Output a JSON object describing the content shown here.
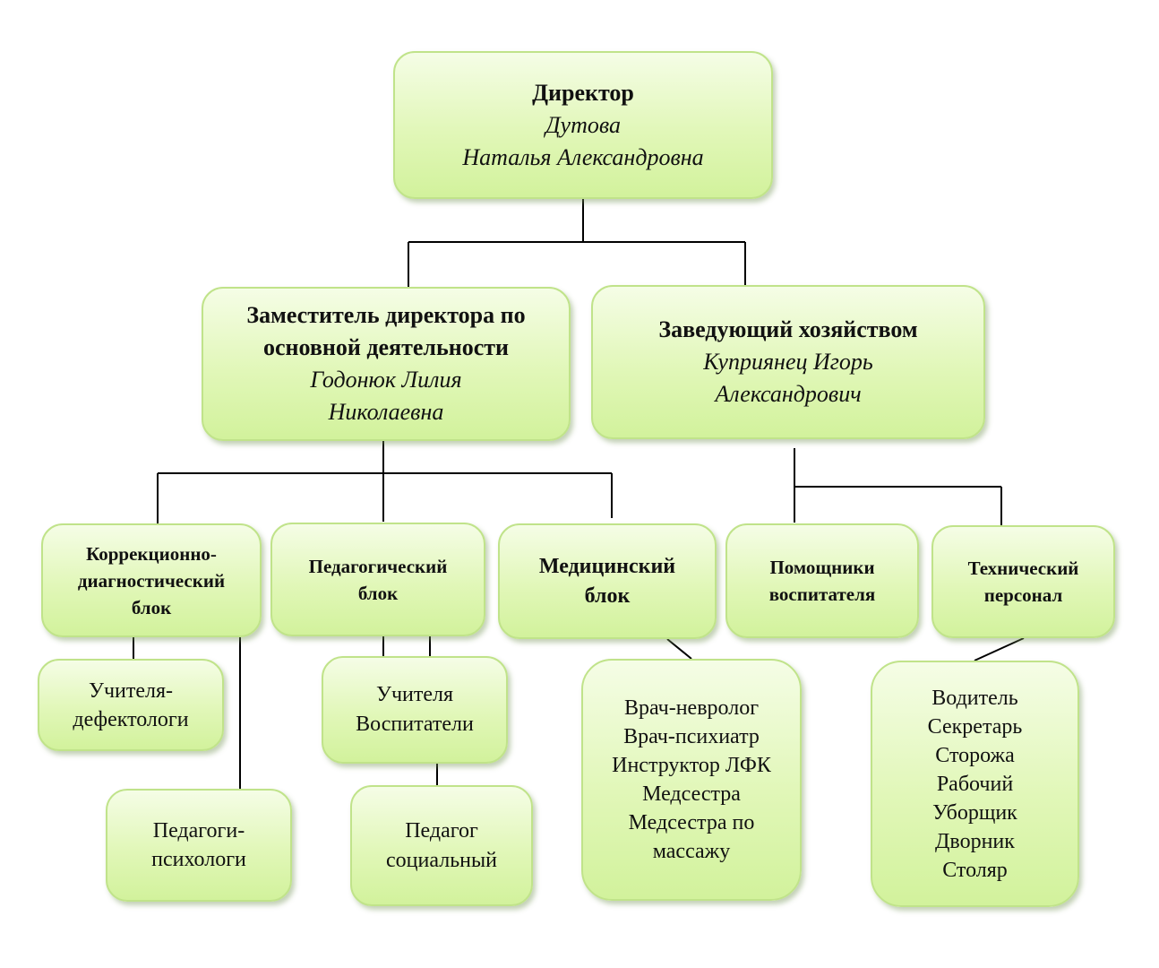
{
  "director": {
    "title": "Директор",
    "surname": "Дутова",
    "name": "Наталья Александровна"
  },
  "deputy": {
    "title_line1": "Заместитель директора по",
    "title_line2": "основной деятельности",
    "name_line1": "Годонюк Лилия",
    "name_line2": "Николаевна"
  },
  "household": {
    "title": "Заведующий хозяйством",
    "name_line1": "Куприянец Игорь",
    "name_line2": "Александрович"
  },
  "blocks": {
    "correction": [
      "Коррекционно-",
      "диагностический",
      "блок"
    ],
    "pedagogical": [
      "Педагогический",
      "блок"
    ],
    "medical": [
      "Медицинский",
      "блок"
    ],
    "assistants": [
      "Помощники",
      "воспитателя"
    ],
    "technical": [
      "Технический",
      "персонал"
    ]
  },
  "staff": {
    "defectologists": [
      "Учителя-",
      "дефектологи"
    ],
    "psychologists": [
      "Педагоги-",
      "психологи"
    ],
    "teachers": [
      "Учителя",
      "Воспитатели"
    ],
    "social": [
      "Педагог",
      "социальный"
    ],
    "medical": [
      "Врач-невролог",
      "Врач-психиатр",
      "Инструктор ЛФК",
      "Медсестра",
      "Медсестра по",
      "массажу"
    ],
    "technical": [
      "Водитель",
      "Секретарь",
      "Сторожа",
      "Рабочий",
      "Уборщик",
      "Дворник",
      "Столяр"
    ]
  }
}
